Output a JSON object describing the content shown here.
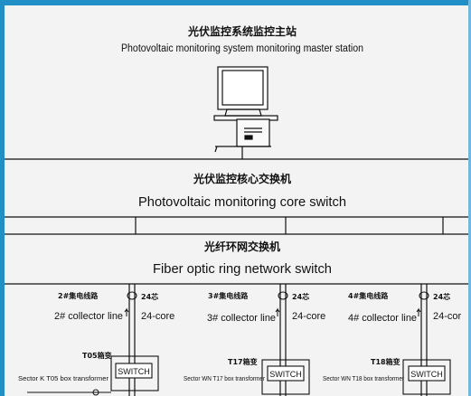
{
  "master": {
    "cn": "光伏监控系统监控主站",
    "en": "Photovoltaic monitoring system monitoring master station"
  },
  "core_switch": {
    "cn": "光伏监控核心交换机",
    "en": "Photovoltaic monitoring core switch"
  },
  "ring_switch": {
    "cn": "光纤环网交换机",
    "en": "Fiber optic ring network switch"
  },
  "collectors": [
    {
      "cn": "2#集电线路",
      "en": "2# collector line",
      "core_cn": "24芯",
      "core_en": "24-core",
      "box_cn": "T05箱变",
      "box_en": "Sector K  T05 box transformer",
      "switch": "SWITCH"
    },
    {
      "cn": "3#集电线路",
      "en": "3# collector line",
      "core_cn": "24芯",
      "core_en": "24-core",
      "box_cn": "T17箱变",
      "box_en": "Sector WN T17 box transformer",
      "switch": "SWITCH"
    },
    {
      "cn": "4#集电线路",
      "en": "4# collector line",
      "core_cn": "24芯",
      "core_en": "24-cor",
      "box_cn": "T18箱变",
      "box_en": "Sector WN T18 box transformer",
      "switch": "SWITCH"
    }
  ]
}
